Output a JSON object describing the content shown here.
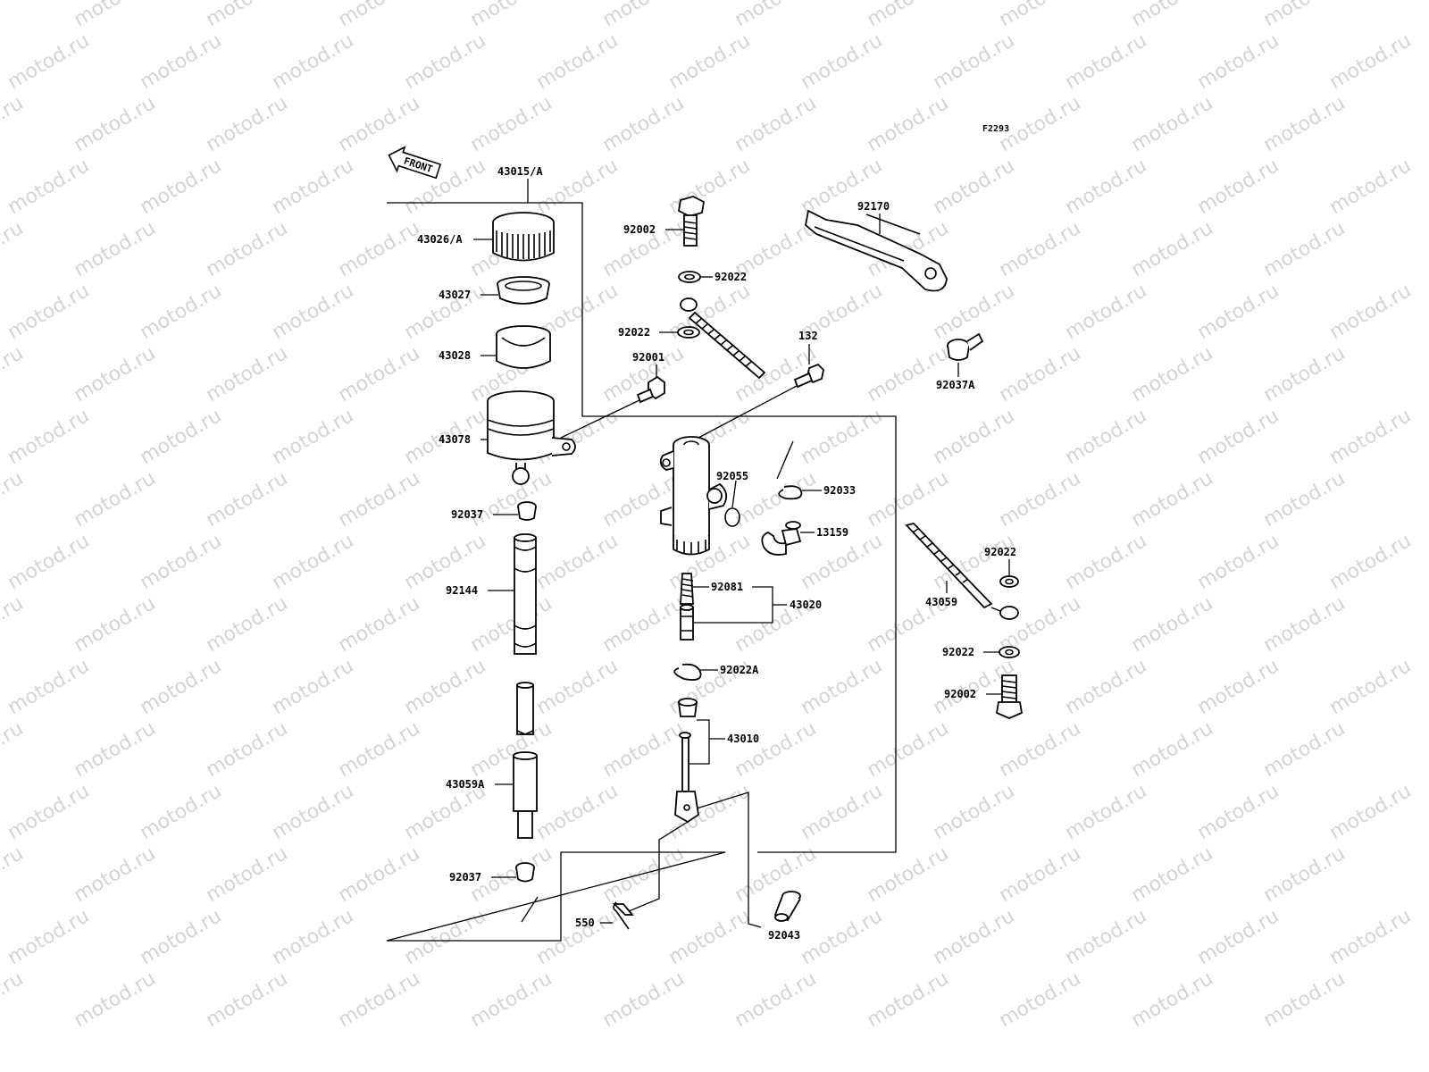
{
  "watermark": "motod.ru",
  "diagram_code": "F2293",
  "front_label": "FRONT",
  "parts": {
    "p43015A": "43015/A",
    "p43026A": "43026/A",
    "p43027": "43027",
    "p43028": "43028",
    "p43078": "43078",
    "p92037_top": "92037",
    "p92144": "92144",
    "p43059A": "43059A",
    "p92037_bottom": "92037",
    "p550": "550",
    "p92043": "92043",
    "p92002_top": "92002",
    "p92022_a": "92022",
    "p92022_b": "92022",
    "p92001": "92001",
    "p132": "132",
    "p92170": "92170",
    "p92037A": "92037A",
    "p92055": "92055",
    "p92033": "92033",
    "p13159": "13159",
    "p92081": "92081",
    "p43020": "43020",
    "p92022A": "92022A",
    "p43010": "43010",
    "p92022_c": "92022",
    "p43059": "43059",
    "p92022_d": "92022",
    "p92002_bottom": "92002"
  }
}
